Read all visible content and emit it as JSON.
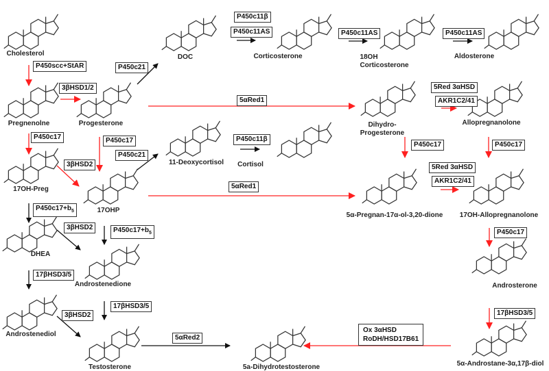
{
  "compounds": {
    "cholesterol": "Cholesterol",
    "pregnenolone": "Pregnenolne",
    "progesterone": "Progesterone",
    "doc": "DOC",
    "corticosterone": "Corticosterone",
    "oh18_line1": "18OH",
    "oh18_line2": "Corticosterone",
    "aldosterone": "Aldosterone",
    "oh17_preg": "17OH-Preg",
    "oh17p": "17OHP",
    "deoxycortisol": "11-Deoxycortisol",
    "cortisol": "Cortisol",
    "dihydroprog_line1": "Dihydro-",
    "dihydroprog_line2": "Progesterone",
    "allopregnanolone": "Allopregnanolone",
    "pregnanolone_dione": "5α-Pregnan-17α-ol-3,20-dione",
    "oh17_allopreg": "17OH-Allopregnanolone",
    "dhea": "DHEA",
    "androstenedione": "Androstenedione",
    "androsterone": "Androsterone",
    "androstenediol": "Androstenediol",
    "testosterone": "Testosterone",
    "dht": "5a-Dihydrotestosterone",
    "androstanediol": "5α-Androstane-3α,17β-diol"
  },
  "enzymes": {
    "p450c11b_1": "P450c11β",
    "p450c11as_1": "P450c11AS",
    "p450c11as_2": "P450c11AS",
    "p450c11as_3": "P450c11AS",
    "p450scc": "P450scc+StAR",
    "hsd3b12": "3βHSD1/2",
    "p450c21_1": "P450c21",
    "red5a1_1": "5αRed1",
    "red3a_1": "5Red 3αHSD",
    "akr_1": "AKR1C2/41",
    "p450c17_1": "P450c17",
    "p450c17_2": "P450c17",
    "p450c21_2": "P450c21",
    "hsd3b2_1": "3βHSD2",
    "p450c11b_2": "P450c11β",
    "red5a1_2": "5αRed1",
    "p450c17_3": "P450c17",
    "p450c17_4": "P450c17",
    "red3a_2": "5Red 3αHSD",
    "akr_2": "AKR1C2/41",
    "p450c17b5_1": "P450c17+b",
    "p450c17b5_2": "P450c17+b",
    "b5_sub": "5",
    "hsd3b2_2": "3βHSD2",
    "p450c17_5": "P450c17",
    "hsd17b_1": "17βHSD3/5",
    "hsd17b_2": "17βHSD3/5",
    "hsd3b2_3": "3βHSD2",
    "red5a2": "5αRed2",
    "ox_line1": "Ox 3αHSD",
    "ox_line2": "RoDH/HSD17B61",
    "hsd17b_3": "17βHSD3/5"
  },
  "colors": {
    "red": "#ff2020",
    "black": "#111111"
  }
}
